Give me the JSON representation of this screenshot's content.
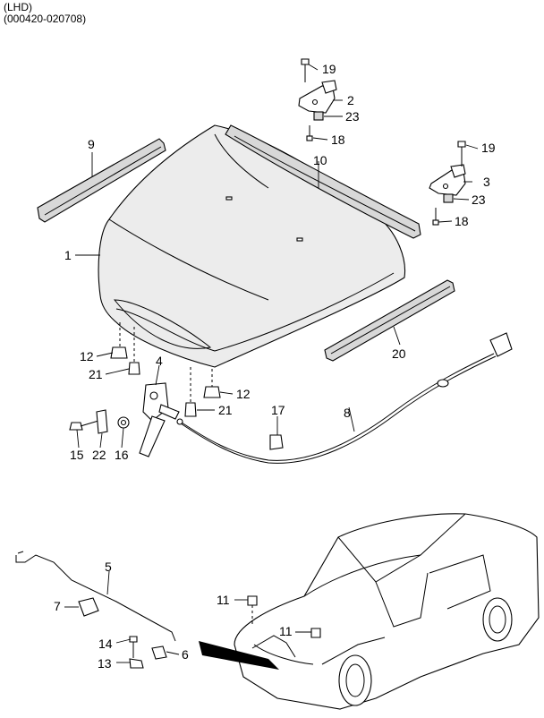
{
  "header": {
    "line1": "(LHD)",
    "line2": "(000420-020708)"
  },
  "callouts": {
    "c1": "1",
    "c2": "2",
    "c3": "3",
    "c4": "4",
    "c5": "5",
    "c6": "6",
    "c7": "7",
    "c8": "8",
    "c9": "9",
    "c10": "10",
    "c11a": "11",
    "c11b": "11",
    "c12a": "12",
    "c12b": "12",
    "c13": "13",
    "c14": "14",
    "c15": "15",
    "c16": "16",
    "c17": "17",
    "c18a": "18",
    "c18b": "18",
    "c19a": "19",
    "c19b": "19",
    "c20": "20",
    "c21a": "21",
    "c21b": "21",
    "c22": "22",
    "c23a": "23",
    "c23b": "23"
  }
}
